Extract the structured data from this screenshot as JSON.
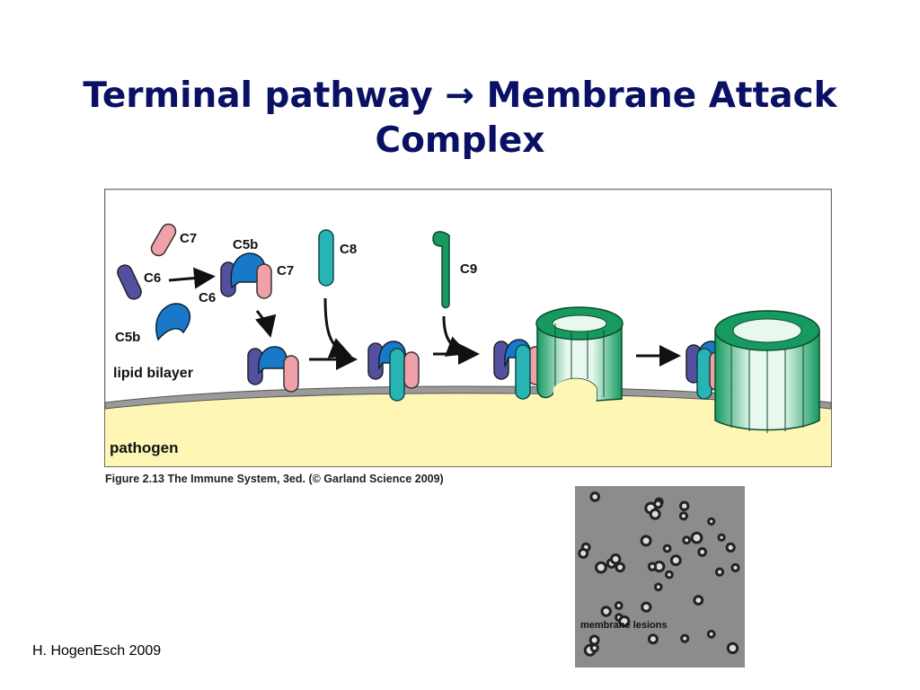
{
  "title": {
    "line1_prefix": "Terminal pathway",
    "arrow": "→",
    "line1_suffix": "Membrane Attack",
    "line2": "Complex"
  },
  "figure": {
    "labels": {
      "c7_free": "C7",
      "c5b_top": "C5b",
      "c6_free": "C6",
      "c7_complex": "C7",
      "c6_complex": "C6",
      "c5b_free": "C5b",
      "c8": "C8",
      "c9": "C9",
      "lipid_bilayer": "lipid bilayer",
      "pathogen": "pathogen"
    },
    "colors": {
      "c5b": "#1a78c8",
      "c6": "#5450a0",
      "c7": "#f0a0a8",
      "c8": "#28b4b4",
      "c9": "#169a60",
      "membrane": "#9a9a9a",
      "pathogen": "#fdf6b4",
      "frame": "#6e6e6e"
    },
    "caption": "Figure 2.13 The Immune System, 3ed. (© Garland Science 2009)"
  },
  "micrograph": {
    "label": "membrane lesions"
  },
  "footer": "H. HogenEsch 2009"
}
